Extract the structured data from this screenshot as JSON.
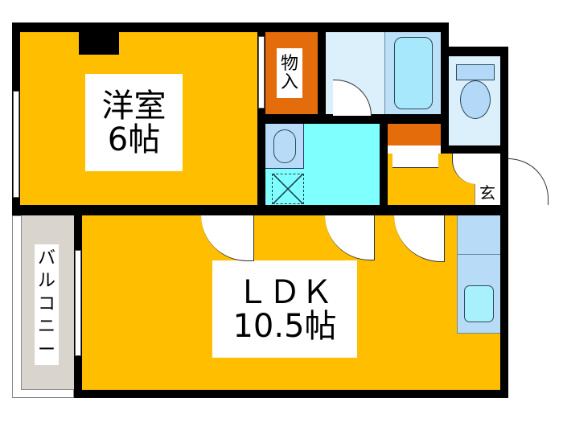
{
  "floorplan": {
    "rooms": {
      "western_room": {
        "name": "洋室",
        "size": "6帖",
        "color": "#FFBE00"
      },
      "storage": {
        "name_line1": "物",
        "name_line2": "入",
        "color": "#E46C0A"
      },
      "bathroom": {
        "color": "#DCF0FC",
        "tub_color": "#A8E8FC"
      },
      "toilet": {
        "color": "#DCF0FC",
        "fixture_color": "#B4D8F8"
      },
      "washroom": {
        "color": "#80FFFF",
        "sink_color": "#B8DCF8"
      },
      "shoe_closet": {
        "color": "#E46C0A"
      },
      "entrance": {
        "name": "玄",
        "color": "#FFBE00"
      },
      "ldk": {
        "name": "ＬＤＫ",
        "size": "10.5帖",
        "color": "#FFBE00"
      },
      "kitchen_counter": {
        "color": "#B8DCF8",
        "sink_color": "#A8F0FC"
      },
      "balcony": {
        "name_chars": [
          "バ",
          "ル",
          "コ",
          "ニ",
          "ー"
        ],
        "color": "#D9D4CE"
      }
    },
    "wall_color": "#000000"
  }
}
